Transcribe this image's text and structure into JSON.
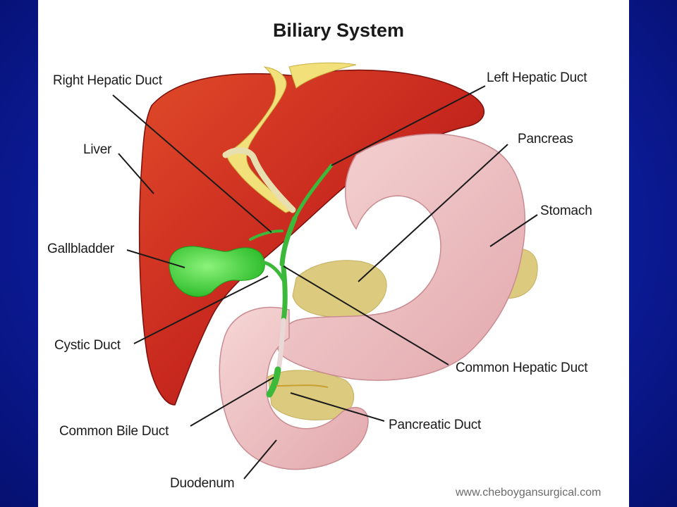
{
  "title": "Biliary System",
  "labels": {
    "right_hepatic_duct": "Right Hepatic Duct",
    "left_hepatic_duct": "Left Hepatic Duct",
    "liver": "Liver",
    "pancreas": "Pancreas",
    "stomach": "Stomach",
    "gallbladder": "Gallbladder",
    "cystic_duct": "Cystic Duct",
    "common_hepatic_duct": "Common Hepatic Duct",
    "common_bile_duct": "Common Bile Duct",
    "pancreatic_duct": "Pancreatic Duct",
    "duodenum": "Duodenum"
  },
  "credit": "www.cheboygansurgical.com",
  "colors": {
    "liver": "#c8281e",
    "gallbladder": "#3ed63a",
    "stomach": "#f0c0c0",
    "pancreas": "#d8c878",
    "background": "#0b1c9a"
  }
}
